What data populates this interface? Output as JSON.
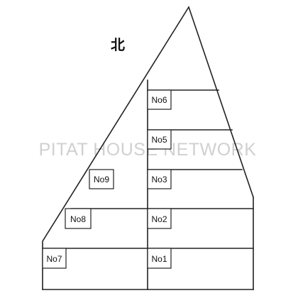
{
  "north_label": "北",
  "watermark": "PITAT HOUSE NETWORK",
  "lots": [
    {
      "id": "no7",
      "label": "No7"
    },
    {
      "id": "no1",
      "label": "No1"
    },
    {
      "id": "no8",
      "label": "No8"
    },
    {
      "id": "no2",
      "label": "No2"
    },
    {
      "id": "no9",
      "label": "No9"
    },
    {
      "id": "no3",
      "label": "No3"
    },
    {
      "id": "no5",
      "label": "No5"
    },
    {
      "id": "no6",
      "label": "No6"
    }
  ]
}
